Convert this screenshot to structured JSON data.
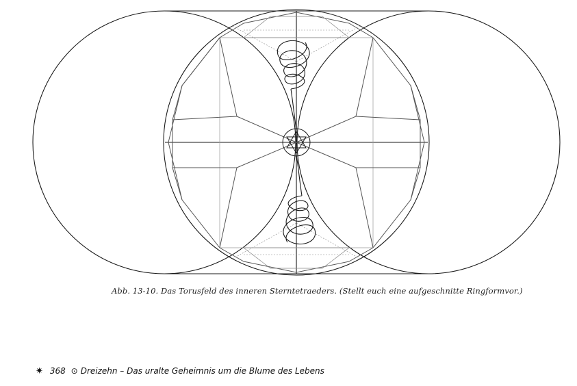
{
  "figure": {
    "caption": "Abb. 13-10. Das Torusfeld des inneren Sterntetraeders. (Stellt euch eine aufgeschnitte Ringformvor.)"
  },
  "footer": {
    "star_glyph": "✷",
    "page_number": "368",
    "circle_glyph": "⊙",
    "running_title": "Dreizehn – Das uralte Geheimnis um die Blume des Lebens"
  },
  "colors": {
    "ink": "#1a1a1a",
    "hatch": "#777777"
  }
}
